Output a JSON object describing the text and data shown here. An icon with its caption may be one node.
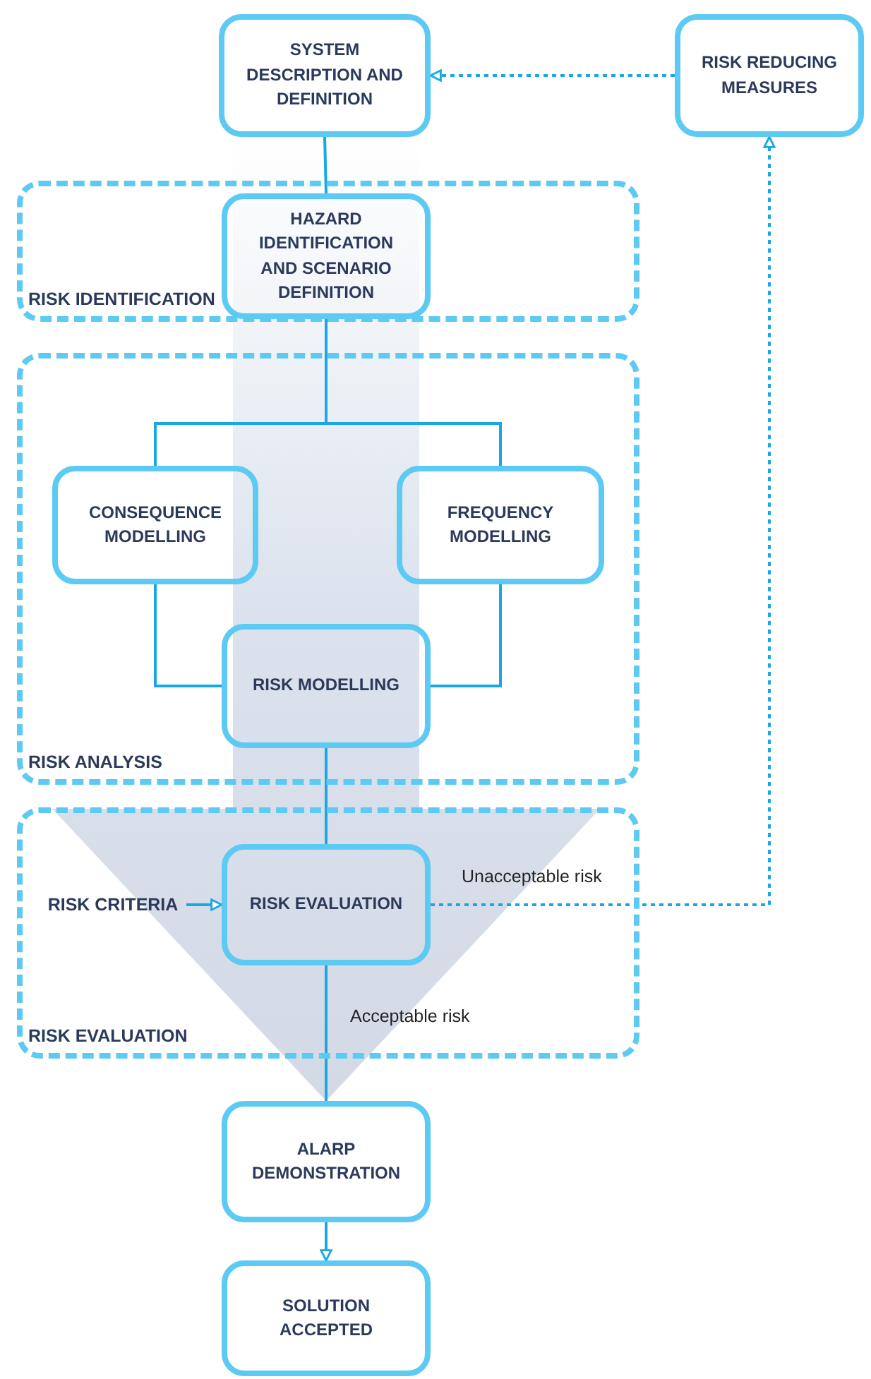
{
  "diagram": {
    "nodes": [
      {
        "text": [
          "SYSTEM DESCRIPTION AND DEFINITION"
        ]
      },
      {
        "text": [
          "RISK REDUCING MEASURES"
        ]
      },
      {
        "text": [
          "RISK IDENTIFICATION"
        ]
      },
      {
        "text": [
          "HAZARD IDENTIFICATION AND SCENARIO DEFINITION"
        ],
        "in": 2
      },
      {
        "text": [
          "RISK ANALYSIS"
        ]
      },
      {
        "text": [
          "CONSEQUENCE MODELLING"
        ],
        "in": 4
      },
      {
        "text": [
          "FREQUENCY MODELLING"
        ],
        "in": 4
      },
      {
        "text": [
          "RISK MODELLING"
        ],
        "in": 4
      },
      {
        "text": [
          "RISK EVALUATION"
        ]
      },
      {
        "text": [
          "RISK CRITERIA"
        ],
        "in": 8
      },
      {
        "text": [
          "RISK EVALUATION"
        ],
        "in": 8
      },
      {
        "text": [
          "ALARP DEMONSTRATION"
        ]
      },
      {
        "text": [
          "SOLUTION ACCEPTED"
        ]
      }
    ],
    "edges": [
      {
        "from": 0,
        "to": 3,
        "arrow": "none"
      },
      {
        "from": 3,
        "to": 5,
        "arrow": "none"
      },
      {
        "from": 3,
        "to": 6,
        "arrow": "none"
      },
      {
        "from": 5,
        "to": 7,
        "arrow": "none"
      },
      {
        "from": 6,
        "to": 7,
        "arrow": "none"
      },
      {
        "from": 7,
        "to": 10,
        "arrow": "none"
      },
      {
        "from": 9,
        "to": 10,
        "arrow": "to"
      },
      {
        "from": 10,
        "to": 1,
        "arrow": "to",
        "label": "Unacceptable risk",
        "style": "dashed"
      },
      {
        "from": 1,
        "to": 0,
        "arrow": "to",
        "style": "dashed"
      },
      {
        "from": 10,
        "to": 11,
        "arrow": "none",
        "label": "Acceptable risk"
      },
      {
        "from": 11,
        "to": 12,
        "arrow": "to"
      },
      {
        "from": 0,
        "to": 11,
        "arrow": "to",
        "style": "thick",
        "color": "#dbe2ed"
      }
    ]
  }
}
